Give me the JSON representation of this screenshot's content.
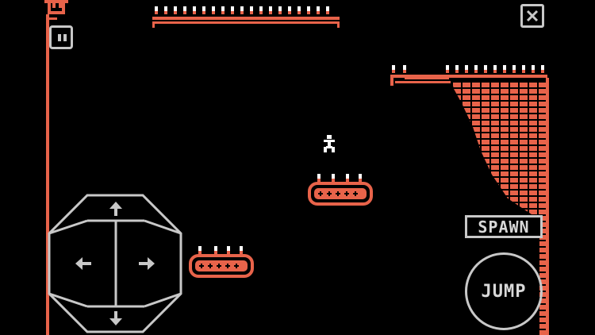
{
  "controls": {
    "spawn_label": "SPAWN",
    "jump_label": "JUMP"
  },
  "icons": {
    "pause": "pause-icon",
    "close": "close-icon",
    "dpad_up": "arrow-up-icon",
    "dpad_down": "arrow-down-icon",
    "dpad_left": "arrow-left-icon",
    "dpad_right": "arrow-right-icon",
    "player": "player-sprite"
  },
  "colors": {
    "background": "#000000",
    "terrain": "#e8634a",
    "ui_outline": "#c8c8c8",
    "spike_tip": "#ffffff",
    "player": "#ffffff"
  }
}
